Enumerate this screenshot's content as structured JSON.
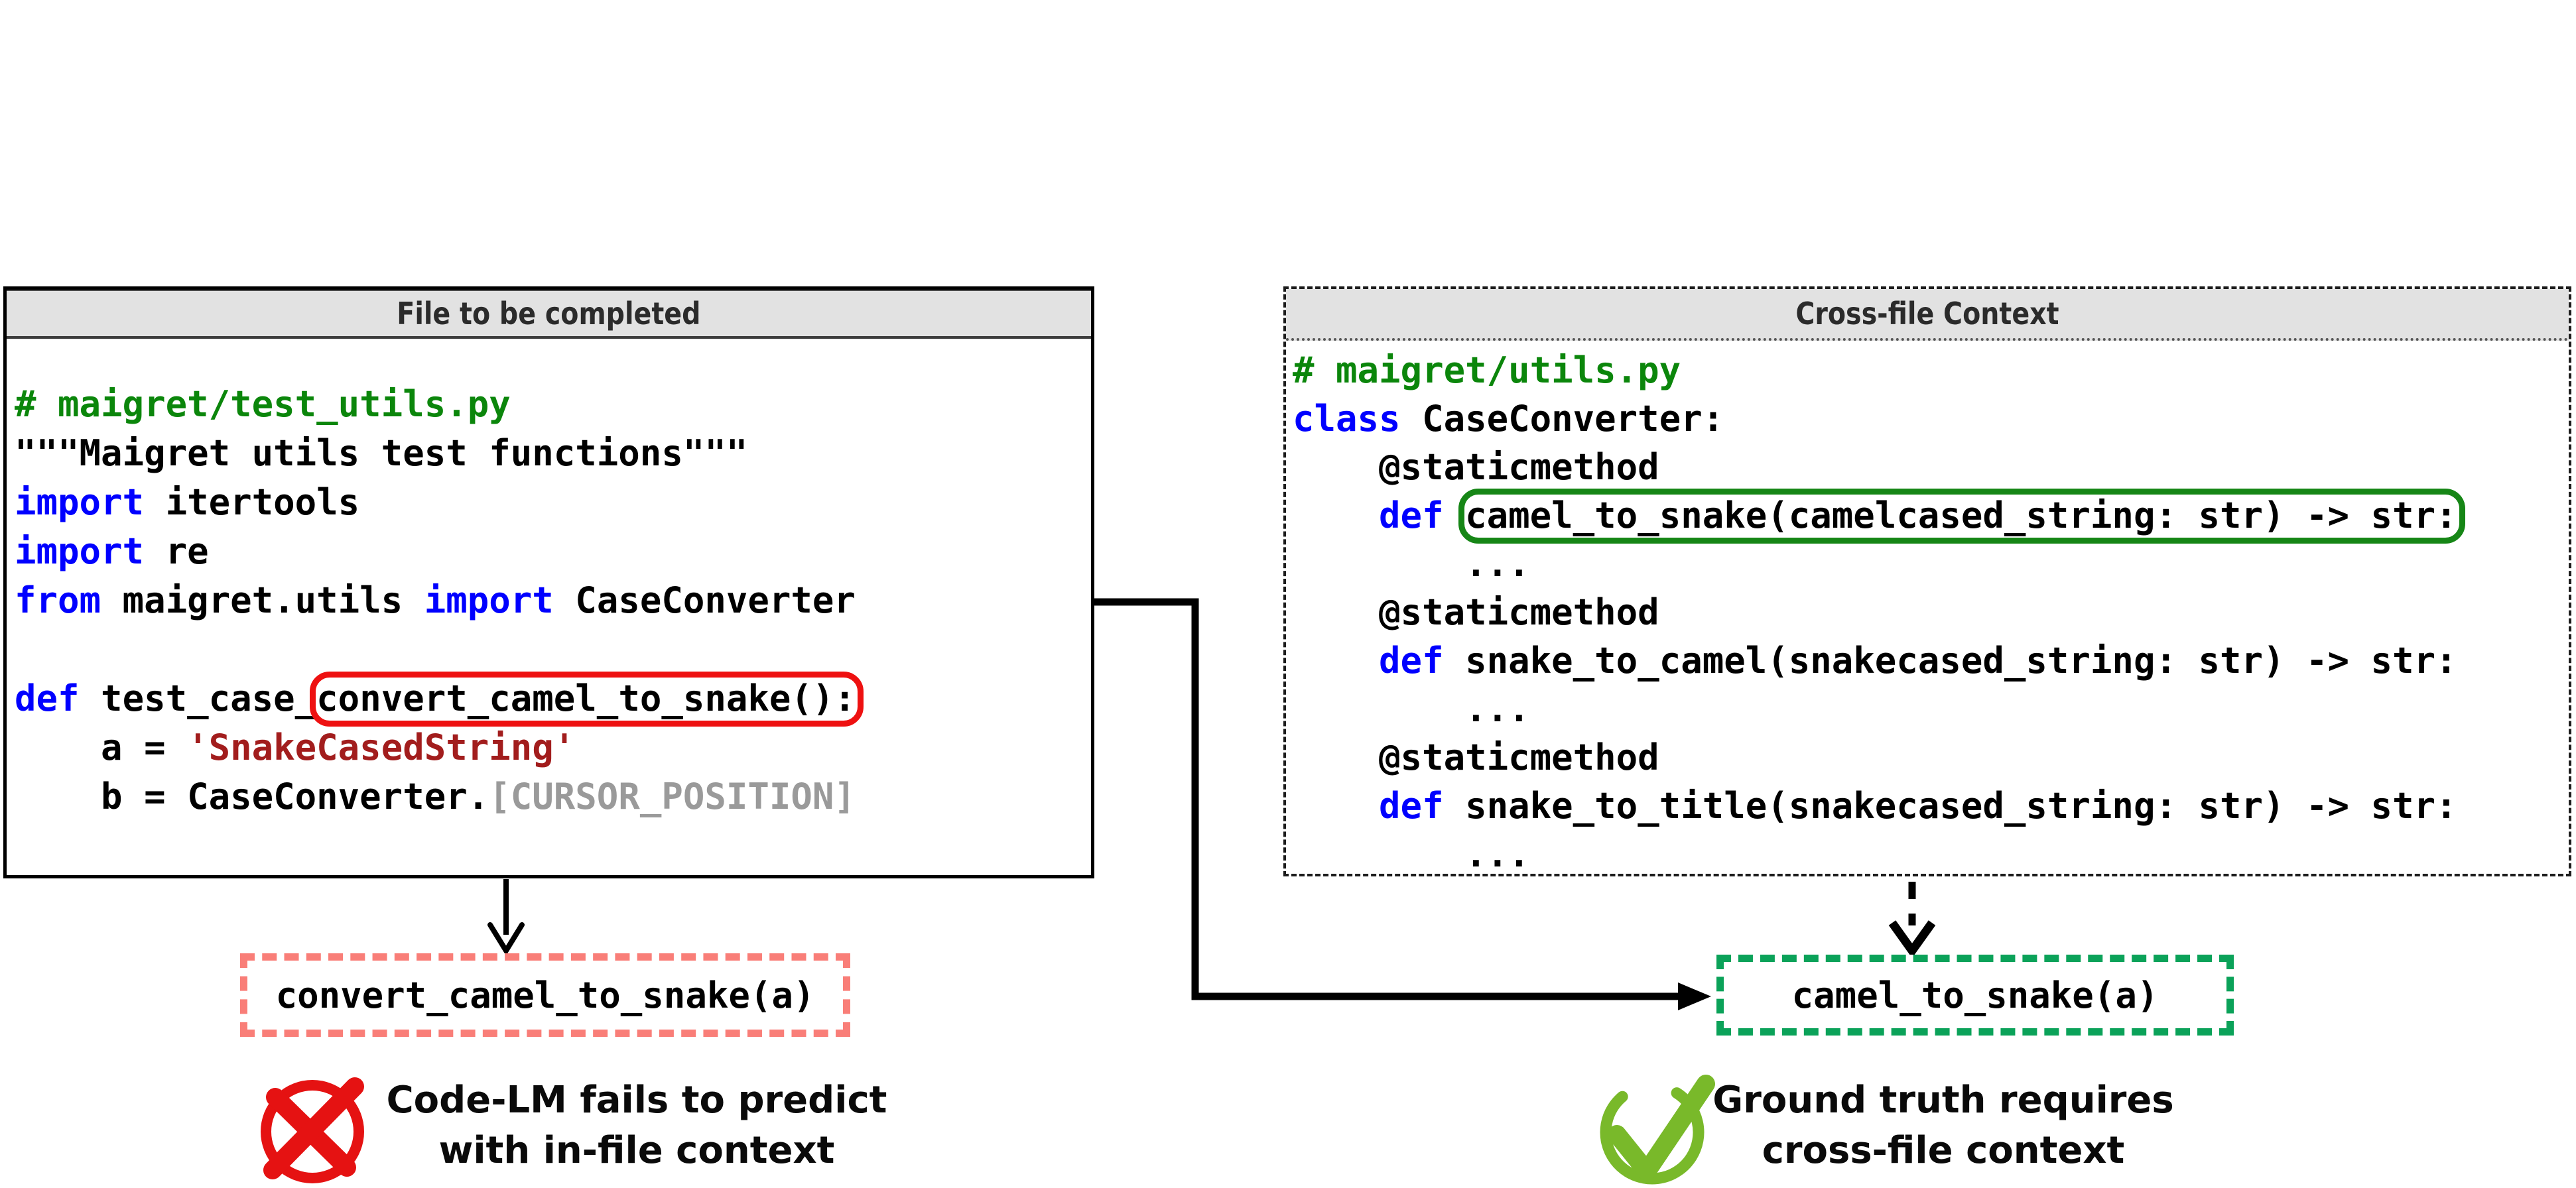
{
  "colors": {
    "kw": "#0000ff",
    "com": "#0b860b",
    "str": "#a21d1d",
    "cur": "#9a9a9a",
    "hlred": "#ee1111",
    "hlgreen": "#168616",
    "dashred": "#f97e78",
    "dashgreen": "#0ba259",
    "iconred": "#e51212",
    "icongreen": "#79b92a",
    "arrow": "#000000",
    "headerbg": "#e2e2e2",
    "headertext": "#2b2b2b"
  },
  "left_panel": {
    "title": "File to be completed",
    "code": [
      [
        {
          "t": "# maigret/test_utils.py",
          "c": "com"
        }
      ],
      [
        {
          "t": "\"\"\"Maigret utils test functions\"\"\""
        }
      ],
      [
        {
          "t": "import",
          "c": "kw"
        },
        {
          "t": " itertools"
        }
      ],
      [
        {
          "t": "import",
          "c": "kw"
        },
        {
          "t": " re"
        }
      ],
      [
        {
          "t": "from",
          "c": "kw"
        },
        {
          "t": " maigret.utils "
        },
        {
          "t": "import",
          "c": "kw"
        },
        {
          "t": " CaseConverter"
        }
      ],
      [],
      [
        {
          "t": "def",
          "c": "kw"
        },
        {
          "t": " test_case_"
        },
        {
          "t": "convert_camel_to_snake():",
          "box": "red"
        }
      ],
      [
        {
          "t": "    a = "
        },
        {
          "t": "'SnakeCasedString'",
          "c": "str"
        }
      ],
      [
        {
          "t": "    b = CaseConverter."
        },
        {
          "t": "[CURSOR_POSITION]",
          "c": "cur"
        }
      ]
    ]
  },
  "right_panel": {
    "title": "Cross-file Context",
    "code": [
      [
        {
          "t": "# maigret/utils.py",
          "c": "com"
        }
      ],
      [
        {
          "t": "class",
          "c": "kw"
        },
        {
          "t": " CaseConverter:"
        }
      ],
      [
        {
          "t": "    @staticmethod"
        }
      ],
      [
        {
          "t": "    "
        },
        {
          "t": "def",
          "c": "kw"
        },
        {
          "t": " "
        },
        {
          "t": "camel_to_snake(camelcased_string: str) -> str:",
          "box": "green"
        }
      ],
      [
        {
          "t": "        ..."
        }
      ],
      [
        {
          "t": "    @staticmethod"
        }
      ],
      [
        {
          "t": "    "
        },
        {
          "t": "def",
          "c": "kw"
        },
        {
          "t": " snake_to_camel(snakecased_string: str) -> str:"
        }
      ],
      [
        {
          "t": "        ..."
        }
      ],
      [
        {
          "t": "    @staticmethod"
        }
      ],
      [
        {
          "t": "    "
        },
        {
          "t": "def",
          "c": "kw"
        },
        {
          "t": " snake_to_title(snakecased_string: str) -> str:"
        }
      ],
      [
        {
          "t": "        ..."
        }
      ]
    ]
  },
  "outputs": {
    "left": {
      "text": "convert_camel_to_snake(a)"
    },
    "right": {
      "text": "camel_to_snake(a)"
    }
  },
  "captions": {
    "left": {
      "line1": "Code-LM fails to predict",
      "line2": "with in-file context"
    },
    "right": {
      "line1": "Ground truth requires",
      "line2": "cross-file context"
    }
  }
}
